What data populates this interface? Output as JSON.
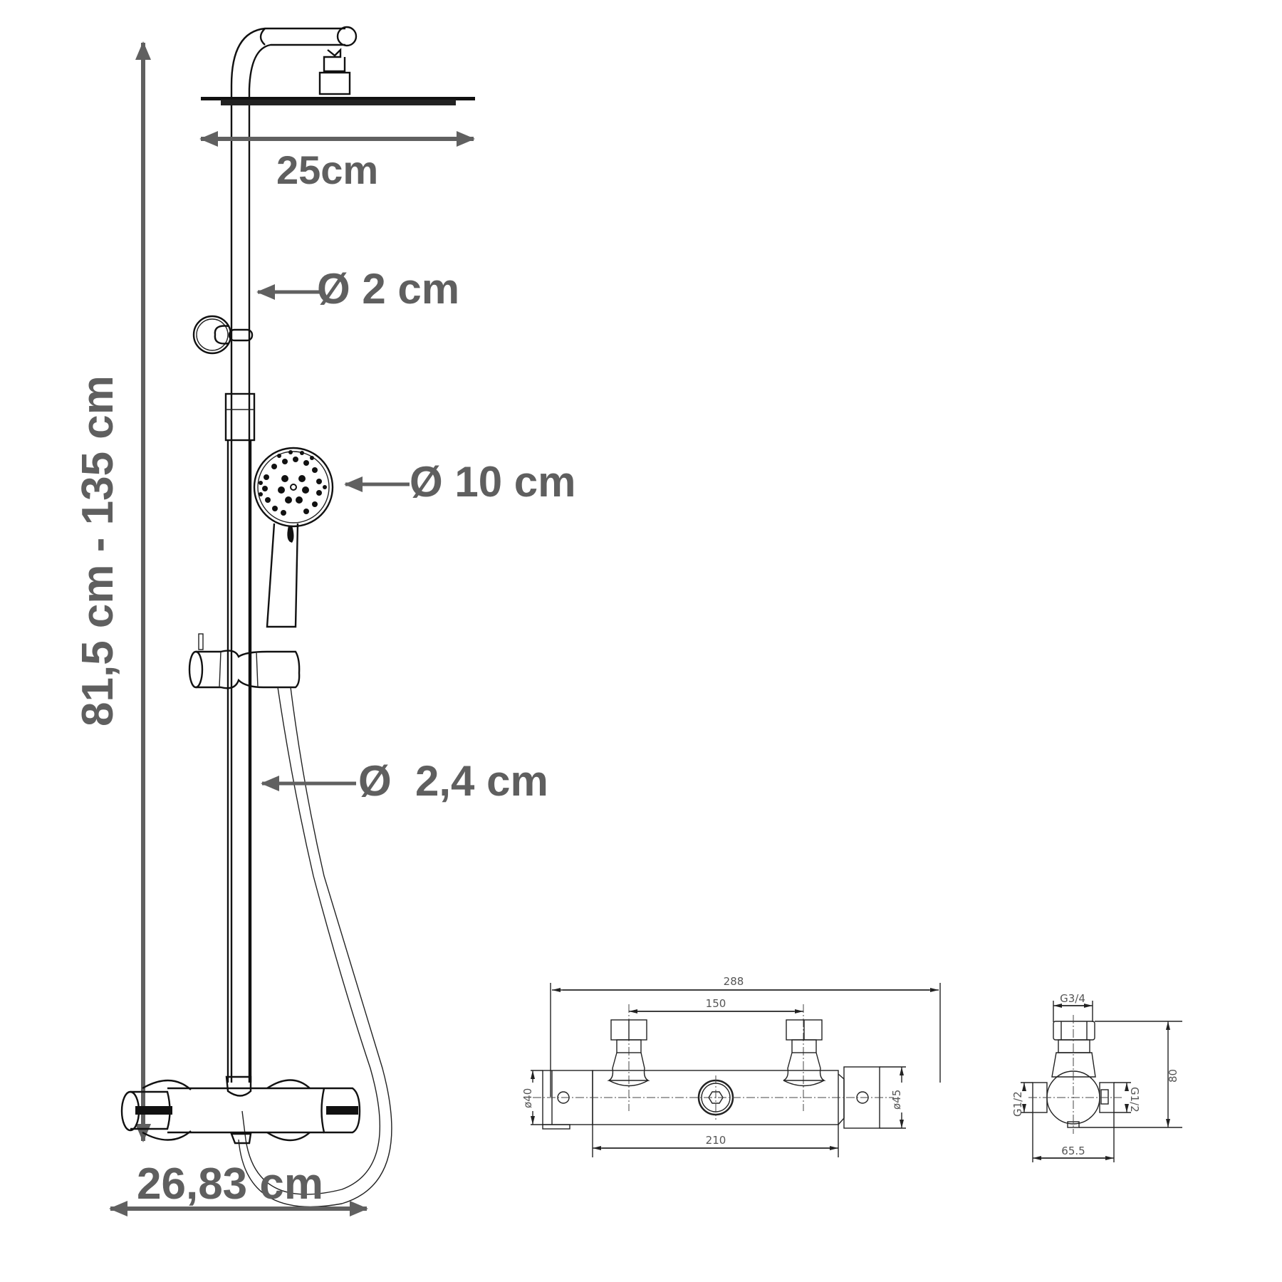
{
  "main_drawing": {
    "title": "Shower column dimensions",
    "labels": {
      "height_range": "81,5 cm - 135 cm",
      "head_width": "25cm",
      "upper_pipe_diameter": "Ø 2 cm",
      "hand_shower_diameter": "Ø 10 cm",
      "lower_pipe_diameter": "Ø  2,4 cm",
      "valve_width": "26,83 cm"
    }
  },
  "valve_front_view": {
    "dimensions": {
      "overall_length": "288",
      "inlet_spacing": "150",
      "body_length": "210",
      "left_diameter": "ø40",
      "right_diameter": "ø45"
    }
  },
  "valve_side_view": {
    "dimensions": {
      "top_thread": "G3/4",
      "height": "80",
      "left_thread": "G1/2",
      "right_thread": "G1/2",
      "width": "65.5"
    }
  },
  "colors": {
    "dimension_text": "#5f5f5f",
    "line_art": "#111111",
    "background": "#ffffff"
  }
}
